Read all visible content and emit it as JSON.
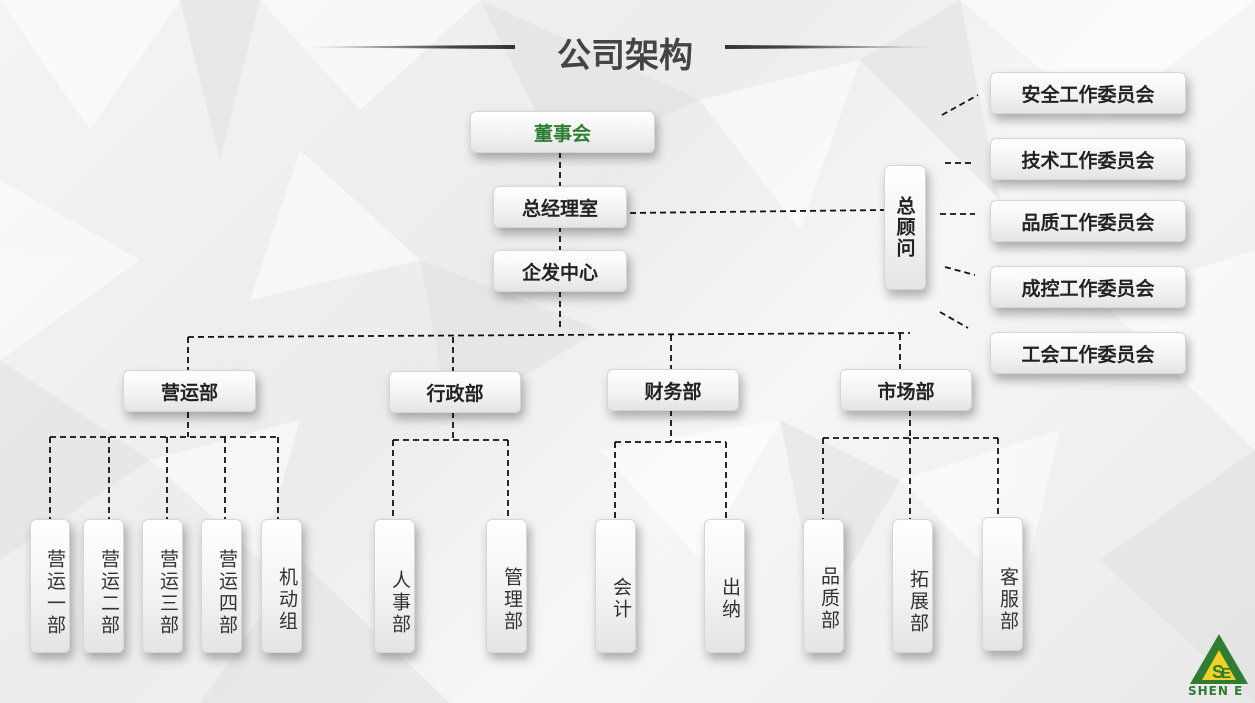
{
  "title": "公司架构",
  "board": "董事会",
  "gm_office": "总经理室",
  "dev_center": "企发中心",
  "advisor": "总顾问",
  "committees": [
    "安全工作委员会",
    "技术工作委员会",
    "品质工作委员会",
    "成控工作委员会",
    "工会工作委员会"
  ],
  "departments": {
    "operations": {
      "name": "营运部",
      "subs": [
        "营运一部",
        "营运二部",
        "营运三部",
        "营运四部",
        "机动组"
      ]
    },
    "admin": {
      "name": "行政部",
      "subs": [
        "人事部",
        "管理部"
      ]
    },
    "finance": {
      "name": "财务部",
      "subs": [
        "会计",
        "出纳"
      ]
    },
    "market": {
      "name": "市场部",
      "subs": [
        "品质部",
        "拓展部",
        "客服部"
      ]
    }
  },
  "logo": {
    "text": "SHEN E",
    "colors": {
      "green": "#2e7d32",
      "yellow": "#f2d024"
    }
  }
}
